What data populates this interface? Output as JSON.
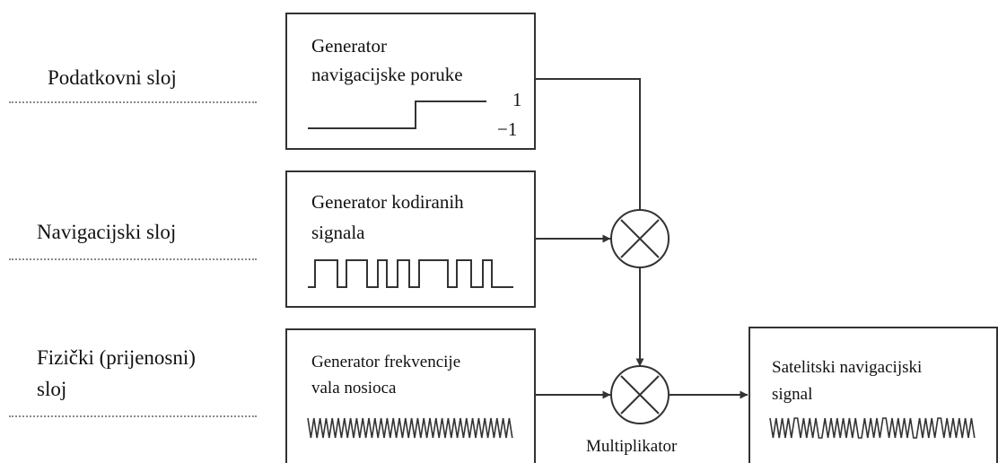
{
  "layers": {
    "data_layer": "Podatkovni sloj",
    "navigation_layer": "Navigacijski sloj",
    "physical_layer_line1": "Fizički (prijenosni)",
    "physical_layer_line2": "sloj"
  },
  "blocks": {
    "nav_message_generator": {
      "line1": "Generator",
      "line2": "navigacijske poruke",
      "level_high": "1",
      "level_low": "−1"
    },
    "code_signal_generator": {
      "line1": "Generator kodiranih",
      "line2": "signala"
    },
    "carrier_generator": {
      "line1": "Generator frekvencije",
      "line2": "vala nosioca"
    },
    "output_signal": {
      "line1": "Satelitski navigacijski",
      "line2": "signal"
    }
  },
  "multiplier_label": "Multiplikator"
}
